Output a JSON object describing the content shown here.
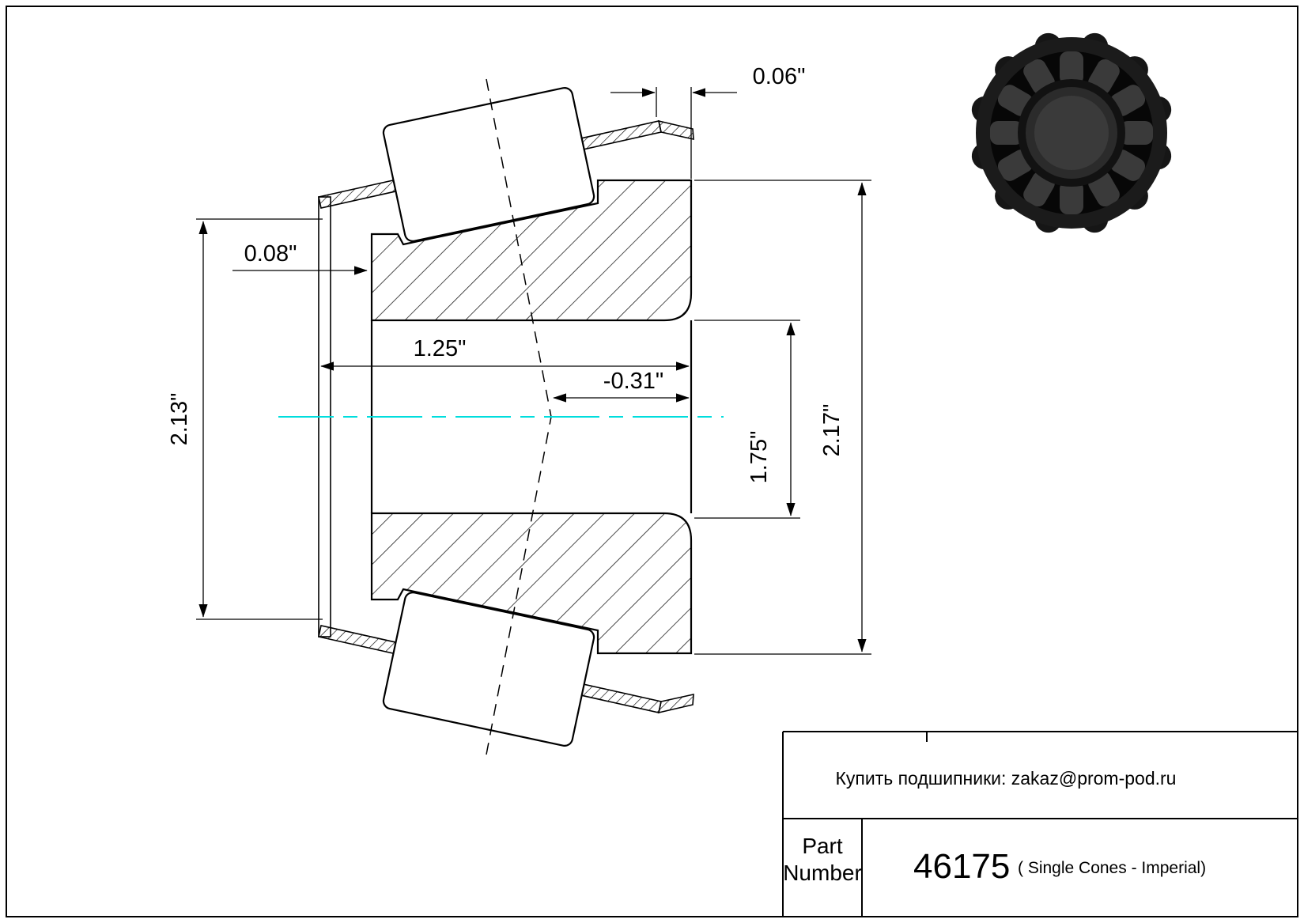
{
  "drawing": {
    "dimensions": {
      "stickout": "0.06\"",
      "cage_lip": "0.08\"",
      "cone_width": "1.25\"",
      "effective_center": "-0.31\"",
      "bore_diameter": "1.75\"",
      "outer_diameter": "2.17\"",
      "cage_diameter": "2.13\""
    },
    "centerline_color": "#00dddd"
  },
  "title_block": {
    "contact": "Купить подшипники: zakaz@prom-pod.ru",
    "part_label_line1": "Part",
    "part_label_line2": "Number",
    "part_number": "46175",
    "part_note": "( Single Cones - Imperial)"
  }
}
